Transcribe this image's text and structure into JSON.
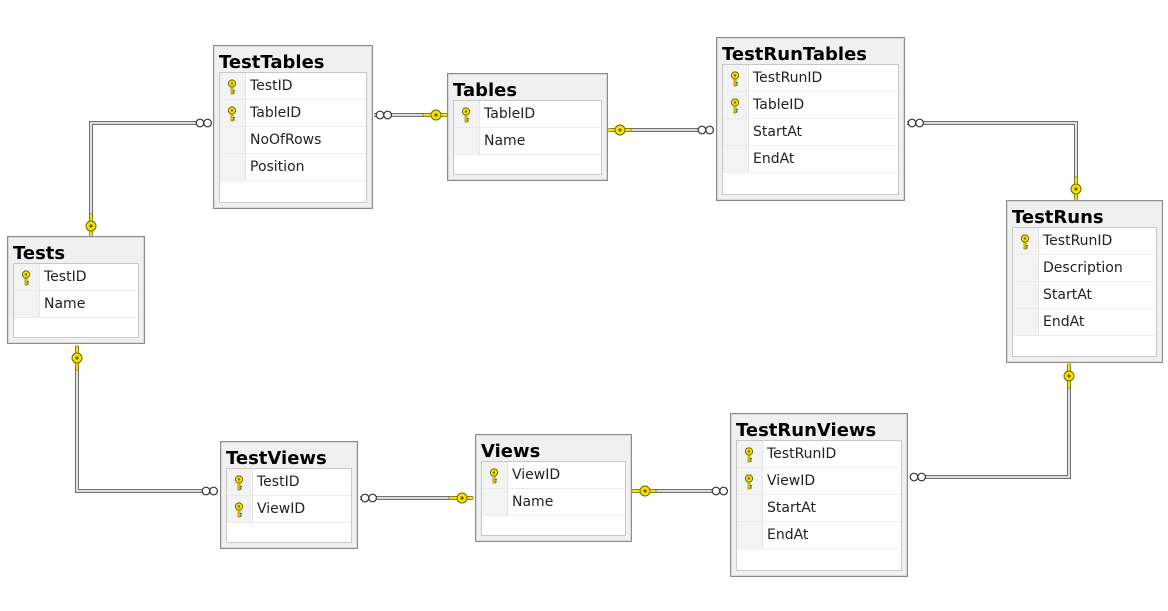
{
  "tables": [
    {
      "name": "TestTables",
      "columns": [
        {
          "name": "TestID",
          "pk": true
        },
        {
          "name": "TableID",
          "pk": true
        },
        {
          "name": "NoOfRows",
          "pk": false
        },
        {
          "name": "Position",
          "pk": false
        }
      ]
    },
    {
      "name": "Tables",
      "columns": [
        {
          "name": "TableID",
          "pk": true
        },
        {
          "name": "Name",
          "pk": false
        }
      ]
    },
    {
      "name": "TestRunTables",
      "columns": [
        {
          "name": "TestRunID",
          "pk": true
        },
        {
          "name": "TableID",
          "pk": true
        },
        {
          "name": "StartAt",
          "pk": false
        },
        {
          "name": "EndAt",
          "pk": false
        }
      ]
    },
    {
      "name": "Tests",
      "columns": [
        {
          "name": "TestID",
          "pk": true
        },
        {
          "name": "Name",
          "pk": false
        }
      ]
    },
    {
      "name": "TestRuns",
      "columns": [
        {
          "name": "TestRunID",
          "pk": true
        },
        {
          "name": "Description",
          "pk": false
        },
        {
          "name": "StartAt",
          "pk": false
        },
        {
          "name": "EndAt",
          "pk": false
        }
      ]
    },
    {
      "name": "TestViews",
      "columns": [
        {
          "name": "TestID",
          "pk": true
        },
        {
          "name": "ViewID",
          "pk": true
        }
      ]
    },
    {
      "name": "Views",
      "columns": [
        {
          "name": "ViewID",
          "pk": true
        },
        {
          "name": "Name",
          "pk": false
        }
      ]
    },
    {
      "name": "TestRunViews",
      "columns": [
        {
          "name": "TestRunID",
          "pk": true
        },
        {
          "name": "ViewID",
          "pk": true
        },
        {
          "name": "StartAt",
          "pk": false
        },
        {
          "name": "EndAt",
          "pk": false
        }
      ]
    }
  ],
  "relationships": [
    {
      "from": "TestTables",
      "to": "Tests"
    },
    {
      "from": "TestTables",
      "to": "Tables"
    },
    {
      "from": "TestRunTables",
      "to": "Tables"
    },
    {
      "from": "TestRunTables",
      "to": "TestRuns"
    },
    {
      "from": "TestViews",
      "to": "Tests"
    },
    {
      "from": "TestViews",
      "to": "Views"
    },
    {
      "from": "TestRunViews",
      "to": "Views"
    },
    {
      "from": "TestRunViews",
      "to": "TestRuns"
    }
  ],
  "colors": {
    "key": "#f5e400",
    "key_outline": "#6e6400",
    "line": "#6f6f6f"
  }
}
